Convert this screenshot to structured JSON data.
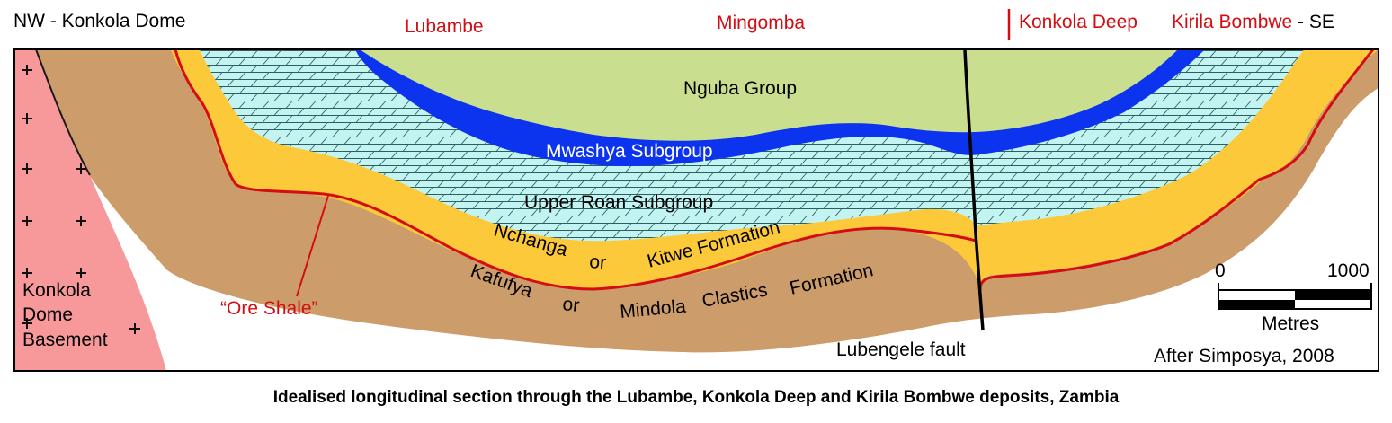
{
  "header": {
    "left": "NW - Konkola Dome",
    "lubambe": "Lubambe",
    "mingomba": "Mingomba",
    "konkola_deep": "Konkola Deep",
    "kirila_bombwe": "Kirila Bombwe",
    "se": " - SE"
  },
  "units": {
    "nguba": "Nguba Group",
    "mwashya": "Mwashya Subgroup",
    "upper_roan": "Upper Roan Subgroup",
    "nchanga": [
      "Nchanga",
      "or",
      "Kitwe Formation"
    ],
    "kafufya": [
      "Kafufya",
      "or",
      "Mindola",
      "Clastics",
      "Formation"
    ],
    "basement": [
      "Konkola",
      "Dome",
      "Basement"
    ]
  },
  "annotations": {
    "ore_shale": "“Ore Shale”",
    "fault": "Lubengele fault",
    "credit": "After Simposya, 2008"
  },
  "scale_bar": {
    "start": "0",
    "end": "1000",
    "unit": "Metres"
  },
  "caption": "Idealised longitudinal section through the Lubambe, Konkola Deep and Kirila Bombwe deposits, Zambia",
  "colors": {
    "basement": "#f7999b",
    "kafufya": "#cd9c6b",
    "nchanga": "#fcc93a",
    "upper_roan": "#c4f4f2",
    "mwashya": "#0c33ee",
    "nguba": "#c9de8f",
    "ore_shale": "#d40d12",
    "header_red": "#d40d12"
  }
}
